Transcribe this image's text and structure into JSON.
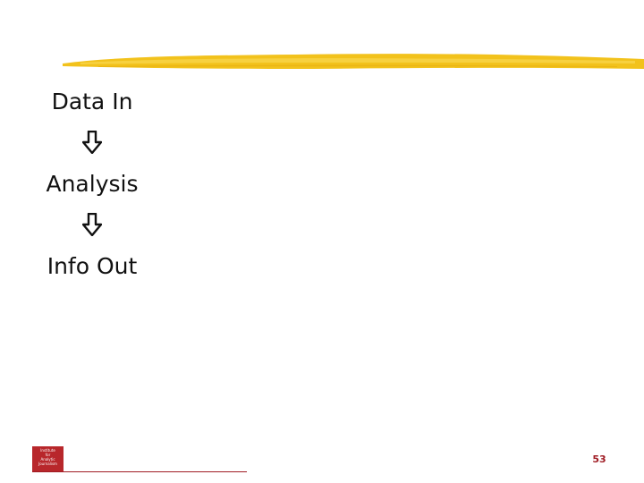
{
  "flow": {
    "step1": "Data In",
    "step2": "Analysis",
    "step3": "Info Out"
  },
  "footer": {
    "logo_lines": [
      "Institute",
      "for",
      "Analytic",
      "Journalism"
    ],
    "page_number": "53"
  },
  "colors": {
    "accent_stroke": "#f2c21c",
    "brand_red": "#b8272b",
    "text": "#111111"
  },
  "icons": {
    "arrow": "arrow-down-icon"
  }
}
